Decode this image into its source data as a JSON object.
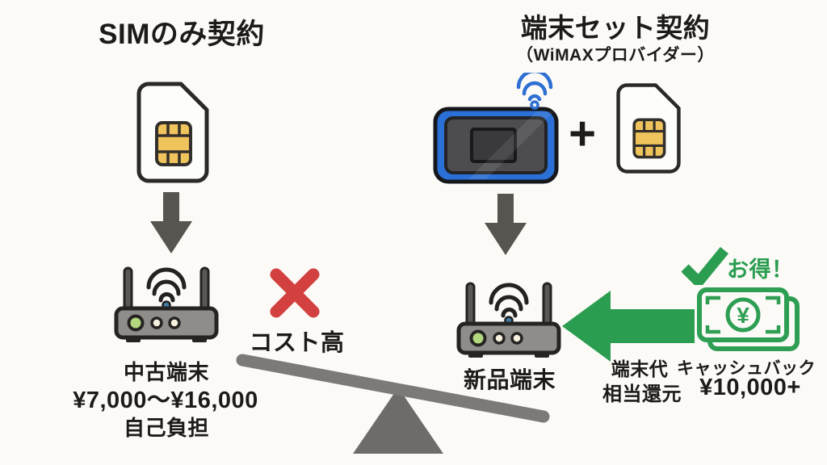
{
  "left_side": {
    "title": "SIMのみ契約",
    "device_label": "中古端末",
    "price_range": "¥7,000〜¥16,000",
    "burden_label": "自己負担",
    "verdict_label": "コスト高"
  },
  "right_side": {
    "title": "端末セット契約",
    "subtitle": "（WiMAXプロバイダー）",
    "plus_sign": "+",
    "device_label": "新品端末",
    "deal_label": "お得！",
    "benefit_col1_line1": "端末代",
    "benefit_col1_line2": "相当還元",
    "benefit_col2_line1": "キャッシュバック",
    "benefit_col2_line2": "¥10,000+"
  },
  "money_icon_symbol": "¥",
  "colors": {
    "background": "#fbfaf6",
    "text_black": "#1d1b19",
    "green": "#2a9d50",
    "red_x": "#d2403f",
    "arrow_gray": "#585450",
    "seesaw_bar_gray": "#7c7a78",
    "seesaw_triangle_gray": "#6e6c6a",
    "sim_chip_gold": "#f0c45c",
    "device_frame_blue": "#2b70d7",
    "router_body_gray": "#8f8d8a"
  },
  "icons": {
    "sim_card": "sim-card",
    "down_arrow": "down-arrow",
    "wifi_router": "wifi-router",
    "mobile_wifi_device": "mobile-wifi-device",
    "wifi_signal": "wifi-signal",
    "cross": "cross-mark",
    "check": "check-mark",
    "cash": "banknotes",
    "left_arrow": "left-arrow",
    "seesaw": "seesaw-balance"
  }
}
